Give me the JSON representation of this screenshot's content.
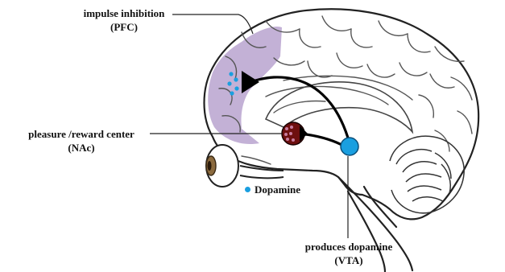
{
  "labels": {
    "pfc": {
      "line1": "impulse inhibition",
      "line2": "(PFC)"
    },
    "nac": {
      "line1": "pleasure /reward center",
      "line2": "(NAc)"
    },
    "vta": {
      "line1": "produces dopamine",
      "line2": "(VTA)"
    }
  },
  "legend": {
    "label": "Dopamine"
  },
  "colors": {
    "dopamine": "#1a9fe0",
    "pfc_region": "#b9a3cf",
    "nac_fill": "#6e0f0f",
    "nac_dots": "#c77da0",
    "vta_fill": "#1a9fe0",
    "outline": "#222222",
    "pathway": "#000000"
  }
}
